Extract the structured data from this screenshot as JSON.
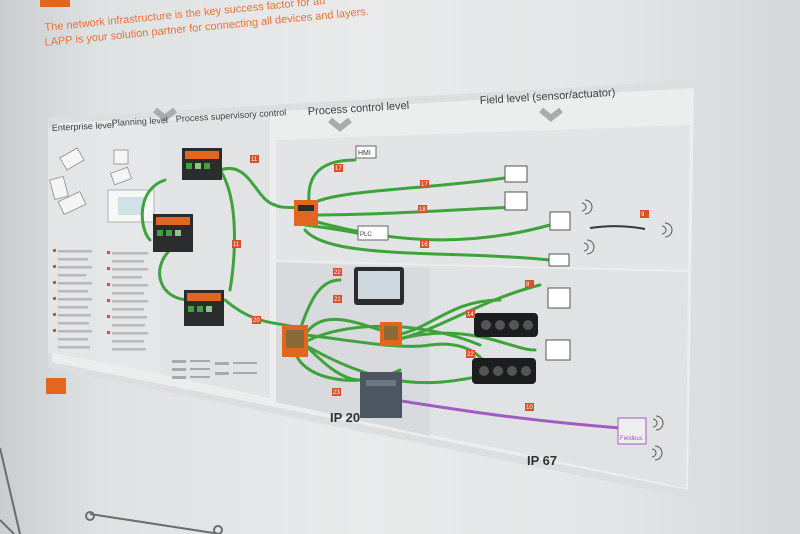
{
  "header": {
    "line1": "The network infrastructure is the key success factor for au",
    "line2": "LAPP is your solution partner for connecting all devices and layers."
  },
  "levels": {
    "enterprise": "Enterprise level",
    "planning": "Planning level",
    "supervisory": "Process supervisory control",
    "process": "Process control level",
    "field": "Field level (sensor/actuator)"
  },
  "labels": {
    "hmi": "HMI",
    "plc": "PLC",
    "ip20": "IP 20",
    "ip67": "IP 67",
    "fieldbus": "Fieldbus"
  },
  "badges": [
    "11",
    "11",
    "17",
    "17",
    "18",
    "16",
    "22",
    "21",
    "14",
    "8",
    "9",
    "10",
    "20",
    "23",
    "22"
  ],
  "colors": {
    "cable_green": "#3fa33c",
    "cable_purple": "#a35bc4",
    "accent_orange": "#e2661f",
    "badge_red": "#d9502a",
    "panel": "#e7e8ea"
  }
}
